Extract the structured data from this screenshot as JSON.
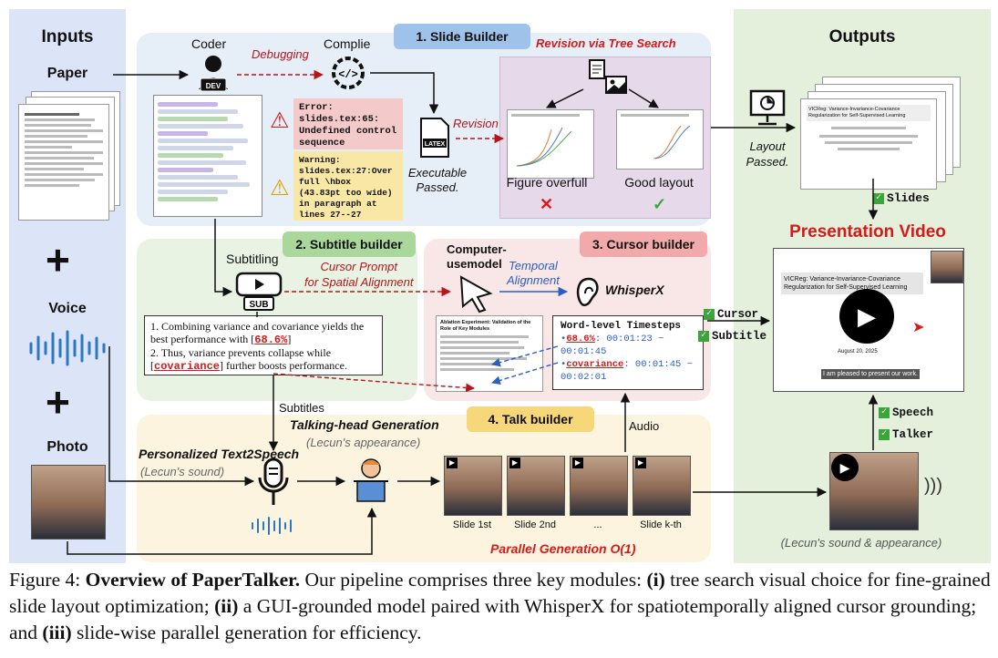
{
  "inputs": {
    "title": "Inputs",
    "paper": "Paper",
    "voice": "Voice",
    "photo": "Photo"
  },
  "outputs": {
    "title": "Outputs",
    "layout_passed": "Layout\nPassed.",
    "slides": "Slides",
    "presentation_video": "Presentation Video",
    "cursor": "Cursor",
    "subtitle": "Subtitle",
    "speech": "Speech",
    "talker": "Talker",
    "appearance": "(Lecun's sound & appearance)",
    "slide_title": "VICReg: Variance-Invariance-Covariance Regularization for Self-Supervised Learning",
    "slide_caption": "I am pleased to present our work.",
    "slide_date": "August 20, 2025"
  },
  "slide_builder": {
    "label": "1. Slide Builder",
    "coder": "Coder",
    "complie": "Complie",
    "debugging": "Debugging",
    "revision_tree": "Revision via Tree Search",
    "revision": "Revision",
    "executable": "Executable\nPassed.",
    "latex": "LATEX",
    "dev": "DEV",
    "error": "Error:\nslides.tex:65:\nUndefined control\nsequence",
    "warning": "Warning:\nslides.tex:27:Over\nfull \\hbox\n(43.83pt too wide)\nin paragraph at\nlines 27--27",
    "figure_overfull": "Figure overfull",
    "good_layout": "Good layout"
  },
  "subtitle_builder": {
    "label": "2. Subtitle builder",
    "subtitling": "Subtitling",
    "cursor_prompt": "Cursor Prompt\nfor Spatial Alignment",
    "sub": "SUB",
    "line1a": "1. Combining variance and covariance yields the best performance with [",
    "val1": "68.6%",
    "line1b": "]",
    "line2a": "2. Thus, variance prevents collapse while [",
    "val2": "covariance",
    "line2b": "] further boosts performance.",
    "subtitles": "Subtitles"
  },
  "cursor_builder": {
    "label": "3. Cursor builder",
    "computer_use": "Computer-\nusemodel",
    "temporal": "Temporal\nAlignment",
    "whisperx": "WhisperX",
    "timesteps_title": "Word-level Timesteps",
    "ts1_word": "68.6%",
    "ts1_time": ": 00:01:23 ~ 00:01:45",
    "ts2_word": "covariance",
    "ts2_time": ": 00:01:45 ~ 00:02:01",
    "audio": "Audio",
    "mini_title": "Ablation Experiment: Validation of the Role of Key Modules"
  },
  "talk_builder": {
    "label": "4. Talk builder",
    "talking_head": "Talking-head Generation",
    "lecun_appearance": "(Lecun's appearance)",
    "tts": "Personalized Text2Speech",
    "lecun_sound": "(Lecun's sound)",
    "parallel": "Parallel Generation O(1)",
    "slides": [
      "Slide 1st",
      "Slide 2nd",
      "...",
      "Slide k-th"
    ]
  },
  "caption": {
    "figure": "Figure 4: ",
    "bold": "Overview of PaperTalker.",
    "text1": " Our pipeline comprises three key modules: ",
    "i": "(i)",
    "text2": " tree search visual choice for fine-grained slide layout optimization; ",
    "ii": "(ii)",
    "text3": " a GUI-grounded model paired with WhisperX for spatiotemporally aligned cursor grounding; and ",
    "iii": "(iii)",
    "text4": " slide-wise parallel generation for efficiency."
  },
  "colors": {
    "inputs_bg": "#dce5f7",
    "outputs_bg": "#e4efdc",
    "slide_bg": "#e6eef8",
    "subtitle_bg": "#e9f3e4",
    "cursor_bg": "#f9e6e6",
    "talk_bg": "#fdf4df",
    "red": "#d51a1a",
    "pill_blue": "#9fc2ea",
    "pill_green": "#a9d89a",
    "pill_red": "#f2a9a9",
    "pill_yellow": "#f6d77a"
  }
}
